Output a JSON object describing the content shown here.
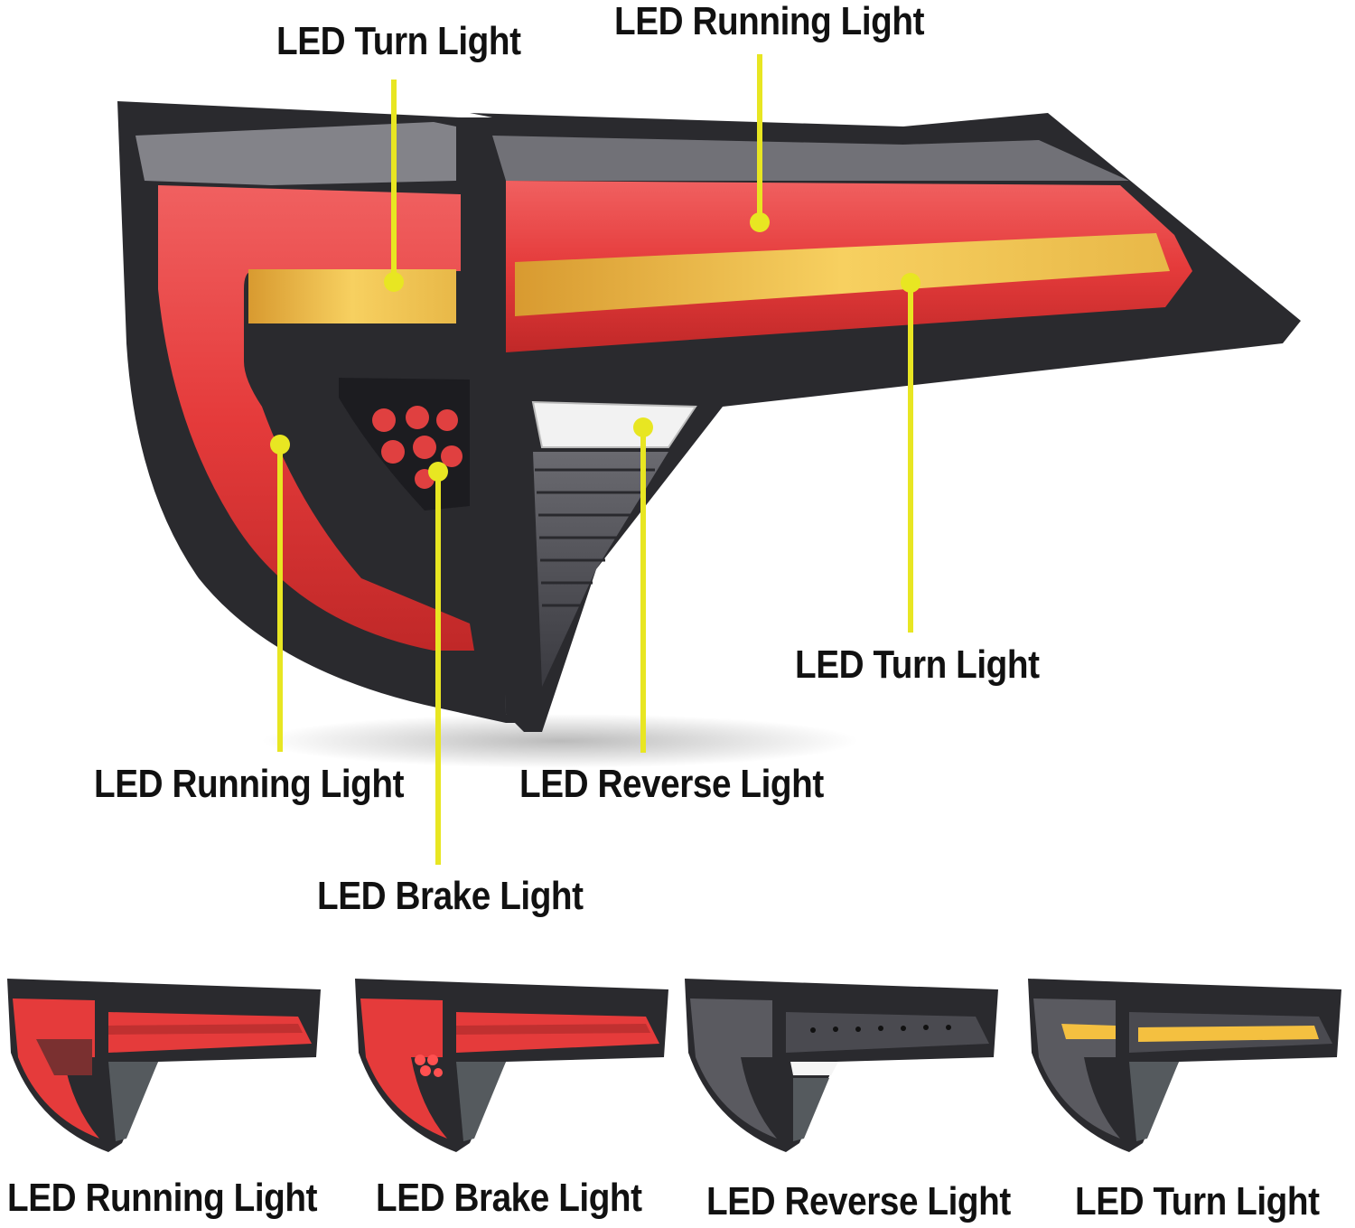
{
  "colors": {
    "callout": "#e8e622",
    "red_glow": "#e53b3b",
    "amber_glow": "#f4c040",
    "housing": "#2a2a2e",
    "label": "#111111"
  },
  "callouts": {
    "turn_top": "LED Turn Light",
    "running_top": "LED Running Light",
    "turn_right": "LED Turn Light",
    "running_left": "LED Running Light",
    "reverse": "LED Reverse Light",
    "brake": "LED Brake Light"
  },
  "variants": [
    {
      "label": "LED Running Light",
      "mode": "running"
    },
    {
      "label": "LED Brake Light",
      "mode": "brake"
    },
    {
      "label": "LED Reverse Light",
      "mode": "reverse"
    },
    {
      "label": "LED Turn Light",
      "mode": "turn"
    }
  ]
}
